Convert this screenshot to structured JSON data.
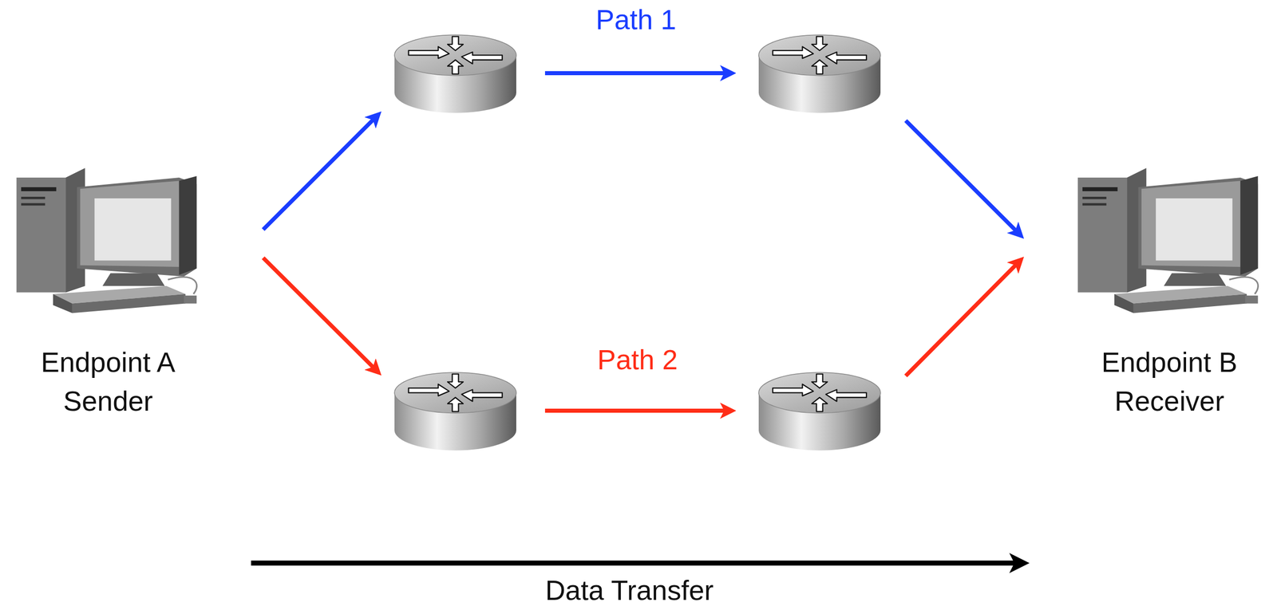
{
  "diagram": {
    "nodes": [
      {
        "text": [
          "Endpoint A Sender"
        ]
      },
      {
        "text": [
          "Endpoint B Receiver"
        ]
      }
    ],
    "edges": [
      {
        "from": 0,
        "to": 1,
        "arrow": "to",
        "label": "Path 1"
      },
      {
        "from": 0,
        "to": 1,
        "arrow": "to",
        "label": "Path 2"
      }
    ],
    "labels": [
      "Data Transfer"
    ]
  }
}
